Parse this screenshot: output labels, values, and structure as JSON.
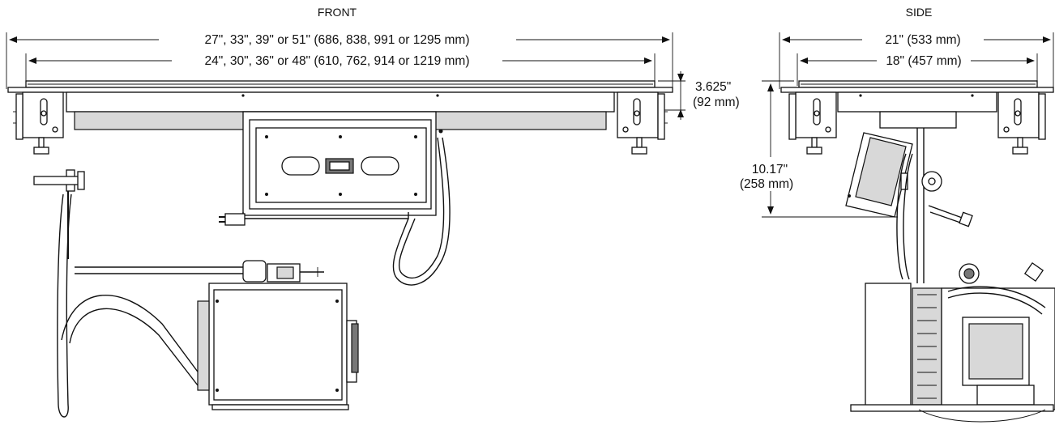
{
  "views": {
    "front": {
      "title": "FRONT",
      "overall_width": "27\", 33\", 39\" or 51\" (686, 838, 991 or 1295 mm)",
      "cutout_width": "24\", 30\", 36\" or 48\" (610, 762, 914 or 1219 mm)",
      "depth_line1": "3.625\"",
      "depth_line2": "(92 mm)"
    },
    "side": {
      "title": "SIDE",
      "overall_width": "21\" (533 mm)",
      "cutout_width": "18\" (457 mm)",
      "height_line1": "10.17\"",
      "height_line2": "(258 mm)"
    }
  }
}
